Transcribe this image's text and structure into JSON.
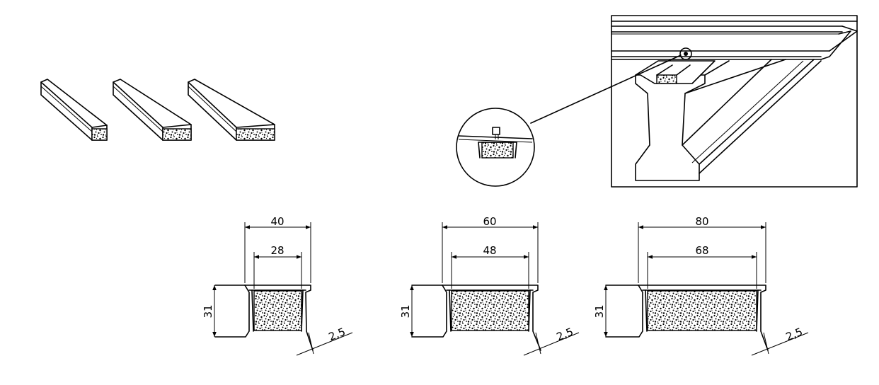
{
  "colors": {
    "ink": "#000000",
    "background": "#ffffff"
  },
  "profiles": [
    {
      "outer_width": "40",
      "inner_width": "28",
      "height": "31",
      "thickness": "2,5"
    },
    {
      "outer_width": "60",
      "inner_width": "48",
      "height": "31",
      "thickness": "2,5"
    },
    {
      "outer_width": "80",
      "inner_width": "68",
      "height": "31",
      "thickness": "2,5"
    }
  ]
}
